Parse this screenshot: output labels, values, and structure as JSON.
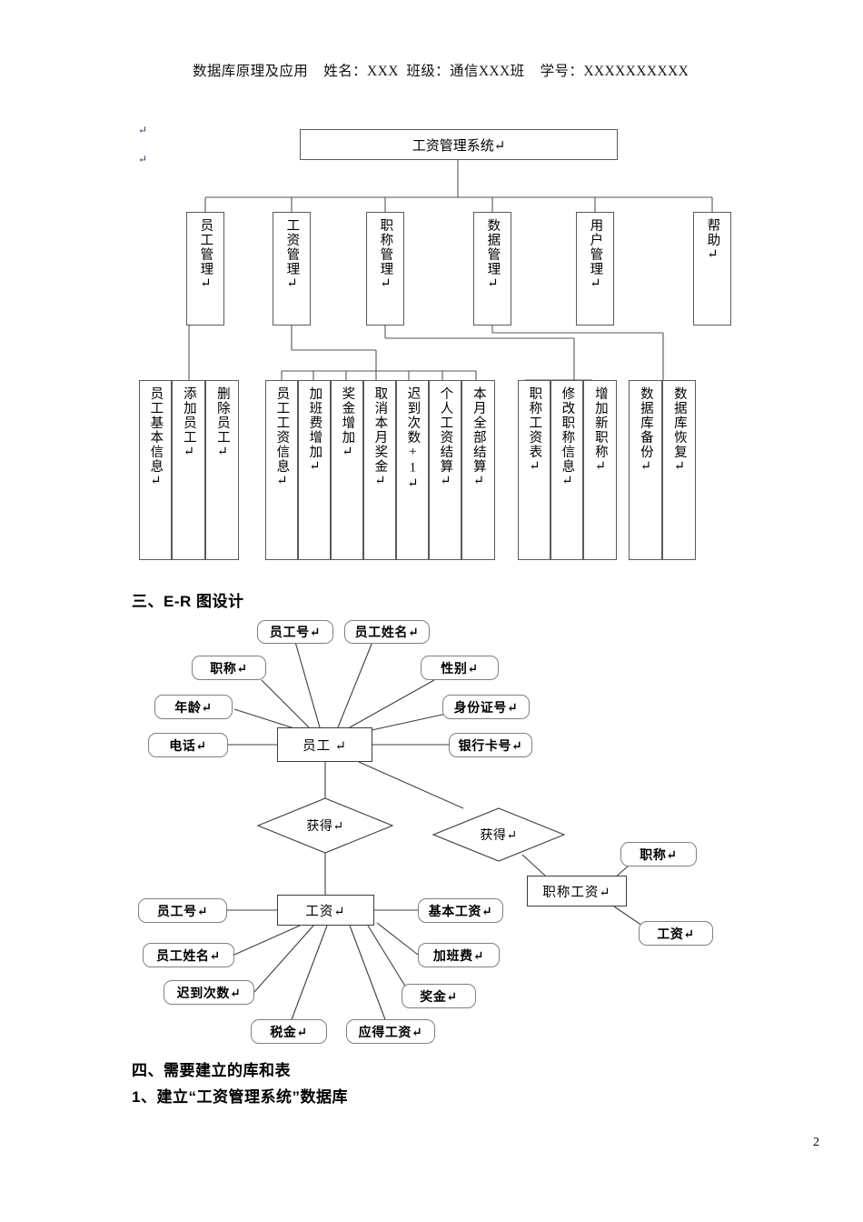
{
  "document": {
    "header": "数据库原理及应用    姓名：XXX  班级：通信XXX班    学号：XXXXXXXXXX",
    "page_number": "2"
  },
  "stray_marks": [
    "↵",
    "↵"
  ],
  "org_chart": {
    "root": "工资管理系统↵",
    "level2": [
      "员工管理↵",
      "工资管理↵",
      "职称管理↵",
      "数据管理↵",
      "用户管理↵",
      "帮助↵"
    ],
    "groups": [
      {
        "parent": "员工管理",
        "leaves": [
          "员工基本信息↵",
          "添加员工↵",
          "删除员工↵"
        ]
      },
      {
        "parent": "工资管理",
        "leaves": [
          "员工工资信息↵",
          "加班费增加↵",
          "奖金增加↵",
          "取消本月奖金↵",
          "迟到次数+1↵",
          "个人工资结算↵",
          "本月全部结算↵"
        ]
      },
      {
        "parent": "职称管理",
        "leaves": [
          "职称工资表↵",
          "修改职称信息↵",
          "增加新职称↵"
        ]
      },
      {
        "parent": "数据管理",
        "leaves": [
          "数据库备份↵",
          "数据库恢复↵"
        ]
      }
    ]
  },
  "sections": {
    "er_heading": "三、E-R 图设计",
    "tables_heading": "四、需要建立的库和表",
    "tables_sub": "1、建立“工资管理系统”数据库"
  },
  "er_diagram": {
    "entities": [
      {
        "name": "员工 ↵"
      },
      {
        "name": "工资↵"
      },
      {
        "name": "职称工资↵"
      }
    ],
    "relationships": [
      {
        "label": "获得↵"
      },
      {
        "label": "获得↵"
      }
    ],
    "employee_attributes": [
      "员工号↵",
      "员工姓名↵",
      "职称↵",
      "性别↵",
      "年龄↵",
      "身份证号↵",
      "电话↵",
      "银行卡号↵"
    ],
    "salary_attributes": [
      "员工号↵",
      "基本工资↵",
      "员工姓名↵",
      "加班费↵",
      "迟到次数↵",
      "奖金↵",
      "税金↵",
      "应得工资↵"
    ],
    "title_salary_attributes": [
      "职称↵",
      "工资↵"
    ]
  }
}
